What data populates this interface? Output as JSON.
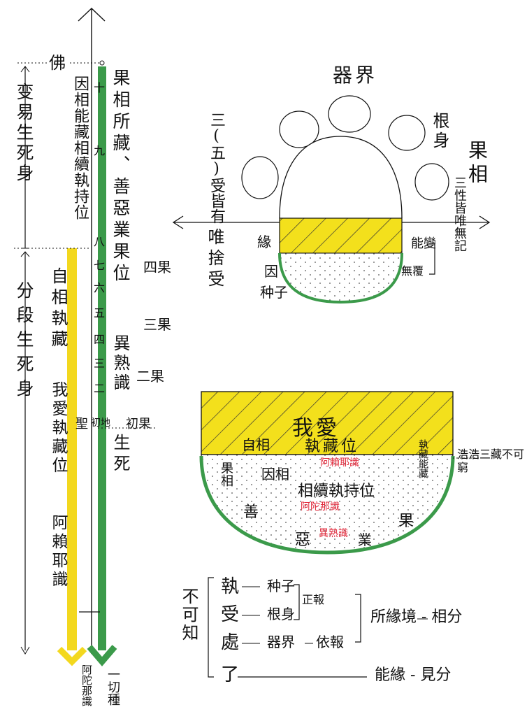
{
  "colors": {
    "ink": "#111111",
    "yellow": "#f3d81e",
    "yellow_fill": "#f3e01c",
    "green": "#3b9a4a",
    "red": "#e0283a"
  },
  "timeline": {
    "buddha": "佛",
    "transformation": "变易生死身",
    "segmented": "分段生死身",
    "cause_aspect": "因相能藏相續執持位",
    "fruit_aspect": "果相所藏、善惡業果位",
    "self_aspect": "自相執藏",
    "self_love": "我愛執藏位",
    "alaya": "阿賴耶識",
    "ripening": "異熟識",
    "birth_death": "生死",
    "levels": [
      "十",
      "九",
      "八",
      "七",
      "六",
      "五",
      "四",
      "三",
      "二",
      "初地"
    ],
    "sage": "聖",
    "fruit4": "四果",
    "fruit3": "三果",
    "fruit2": "二果",
    "fruit1": "初果",
    "bottom_left": "阿陀那識",
    "bottom_right": "一切種"
  },
  "top_diagram": {
    "world": "器界",
    "three_feelings": "三(五)受皆有",
    "root_body": "根身",
    "fruit_aspect": "果相",
    "three_natures": "三性皆唯無記",
    "only_indifferent": "唯捨受",
    "conditions": "緣",
    "cause": "因",
    "seeds": "种子",
    "bracket_top": "能變",
    "bracket_bottom": "無覆"
  },
  "bowl_diagram": {
    "self_love": "我愛",
    "self_aspect": "自相",
    "hold_store": "執藏位",
    "hold_store_red": "阿賴耶識",
    "can_hold": "執藏能藏",
    "vast": "浩浩三藏不可窮",
    "fruit_side": "果相",
    "cause_aspect": "因相",
    "continuity": "相續執持位",
    "continuity_red": "阿陀那識",
    "good": "善",
    "evil": "惡",
    "karma": "業",
    "fruit": "果",
    "ripening_red": "異熟識"
  },
  "list": {
    "unknowable": "不可知",
    "rows": [
      {
        "a": "執",
        "b": "种子"
      },
      {
        "a": "受",
        "b": "根身"
      },
      {
        "a": "處",
        "b": "器界"
      },
      {
        "a": "了",
        "b": ""
      }
    ],
    "proper": "正報",
    "dependent": "依報",
    "object_aspect": "所緣境 - 相分",
    "seeing_aspect": "能緣 - 見分"
  }
}
